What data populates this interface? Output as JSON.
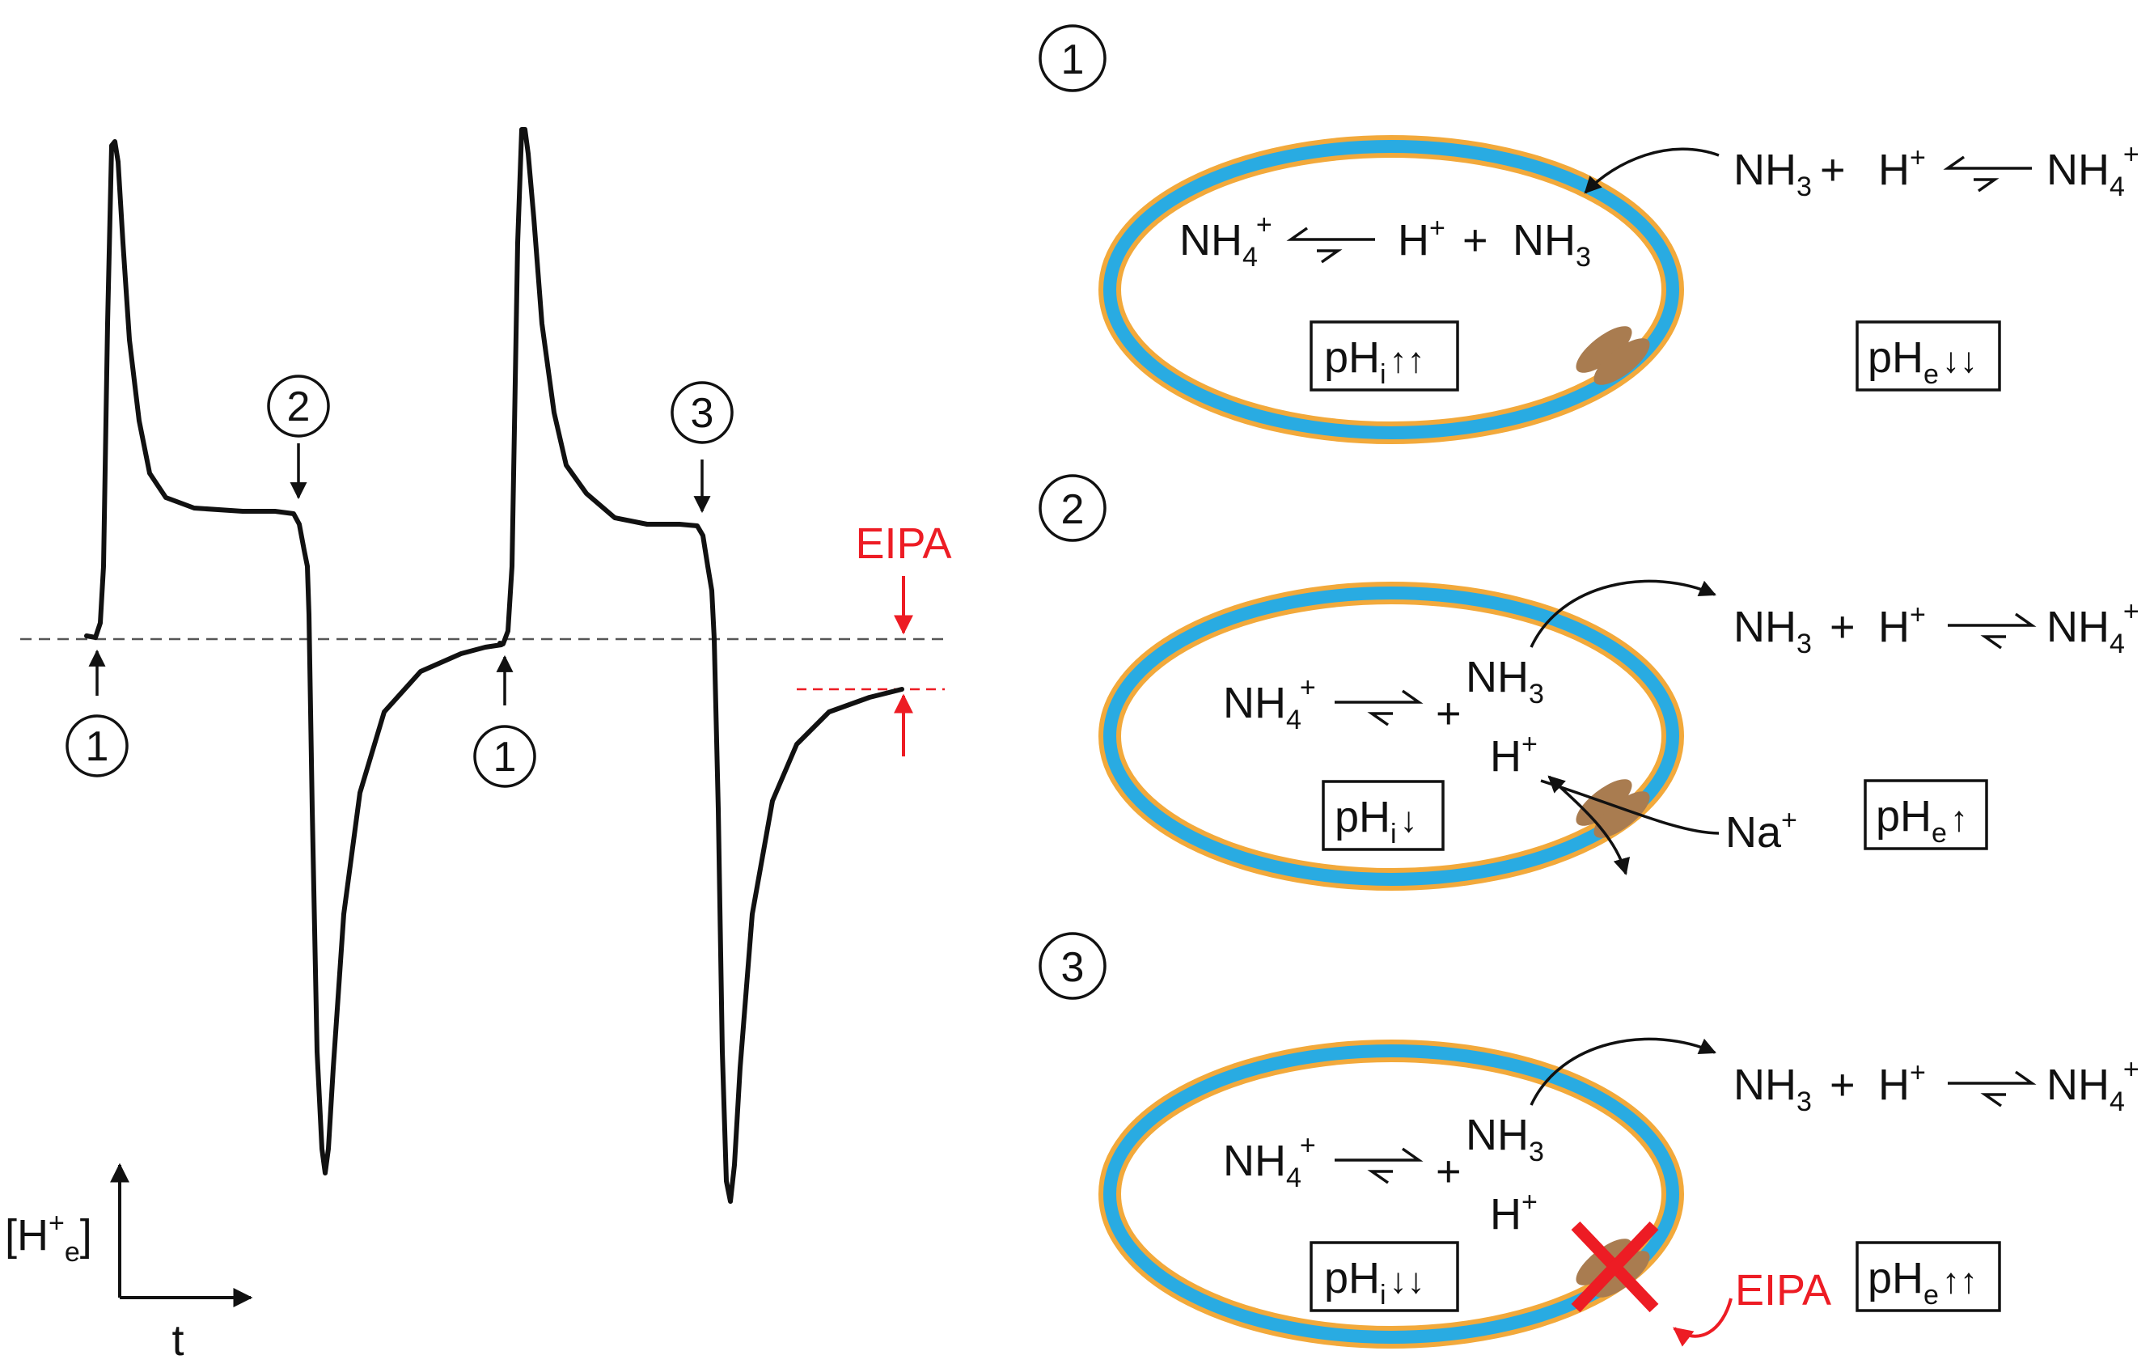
{
  "trace": {
    "step_markers": [
      "1",
      "2",
      "1",
      "3"
    ],
    "eipa_label": "EIPA",
    "axis": {
      "y_label": "[H",
      "y_sup": "+",
      "y_sub": "e",
      "y_close": "]",
      "x_label": "t"
    }
  },
  "panels": [
    {
      "number": "1",
      "outside": {
        "nh3": "NH",
        "nh3_sub": "3",
        "plus": "+",
        "h": "H",
        "h_sup": "+",
        "nh4": "NH",
        "nh4_sub": "4",
        "nh4_sup": "+"
      },
      "inside": {
        "nh4": "NH",
        "nh4_sub": "4",
        "nh4_sup": "+",
        "h": "H",
        "h_sup": "+",
        "plus": "+",
        "nh3": "NH",
        "nh3_sub": "3"
      },
      "ph_in": {
        "ph": "pH",
        "sub": "i",
        "arrows": "↑↑"
      },
      "ph_out": {
        "ph": "pH",
        "sub": "e",
        "arrows": "↓↓"
      }
    },
    {
      "number": "2",
      "outside": {
        "nh3": "NH",
        "nh3_sub": "3",
        "plus": "+",
        "h": "H",
        "h_sup": "+",
        "nh4": "NH",
        "nh4_sub": "4",
        "nh4_sup": "+"
      },
      "inside": {
        "nh4": "NH",
        "nh4_sub": "4",
        "nh4_sup": "+",
        "plus": "+",
        "nh3": "NH",
        "nh3_sub": "3",
        "h": "H",
        "h_sup": "+"
      },
      "na": {
        "label": "Na",
        "sup": "+"
      },
      "ph_in": {
        "ph": "pH",
        "sub": "i",
        "arrows": "↓"
      },
      "ph_out": {
        "ph": "pH",
        "sub": "e",
        "arrows": "↑"
      }
    },
    {
      "number": "3",
      "outside": {
        "nh3": "NH",
        "nh3_sub": "3",
        "plus": "+",
        "h": "H",
        "h_sup": "+",
        "nh4": "NH",
        "nh4_sub": "4",
        "nh4_sup": "+"
      },
      "inside": {
        "nh4": "NH",
        "nh4_sub": "4",
        "nh4_sup": "+",
        "plus": "+",
        "nh3": "NH",
        "nh3_sub": "3",
        "h": "H",
        "h_sup": "+"
      },
      "eipa_label": "EIPA",
      "ph_in": {
        "ph": "pH",
        "sub": "i",
        "arrows": "↓↓"
      },
      "ph_out": {
        "ph": "pH",
        "sub": "e",
        "arrows": "↑↑"
      }
    }
  ],
  "colors": {
    "membrane_outer": "#f2a93b",
    "membrane_inner": "#29abe2",
    "transporter": "#a97c50",
    "inhibitor": "#ed1c24",
    "trace": "#111111"
  }
}
